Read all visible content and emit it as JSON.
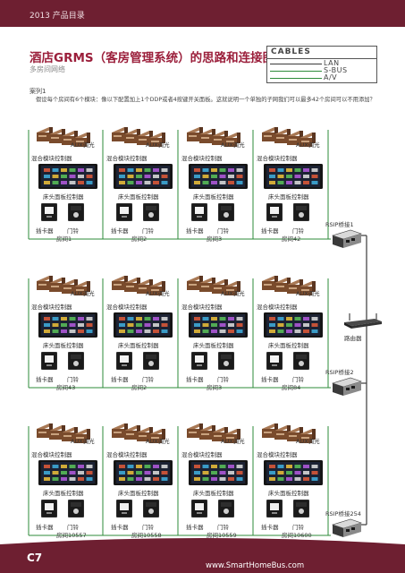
{
  "header": {
    "title": "2013 产品目录"
  },
  "footer": {
    "page": "C7",
    "website": "www.SmartHomeBus.com"
  },
  "page": {
    "title": "酒店GRMS（客房管理系统）的思路和连接图",
    "subtitle": "多房间网络",
    "case_label": "案列1",
    "description": "假设每个房间有6个模块：像以下配置加上1个DDP或者4按键开关面板。这就说明一个单独的子网我们可以最多42个房间可以不用添加？"
  },
  "cables_legend": {
    "title": "CABLES",
    "items": [
      {
        "label": "LAN",
        "color": "#3a3a3a"
      },
      {
        "label": "S-BUS",
        "color": "#2e8b3a"
      },
      {
        "label": "A/V",
        "color": "#2e8b3a"
      }
    ]
  },
  "labels": {
    "mixed_controller": "混合模块控制器",
    "dimmer": "AUX调光",
    "bedside_panel": "床头面板控制器",
    "card_reader": "插卡器",
    "doorbell": "门铃"
  },
  "groups": [
    {
      "bridge": "RSIP桥接1",
      "rooms": [
        "房间1",
        "房间2",
        "房间3",
        "房间42"
      ]
    },
    {
      "bridge": "RSIP桥接2",
      "rooms": [
        "房间43",
        "房间2",
        "房间3",
        "房间84"
      ]
    },
    {
      "bridge": "RSIP桥接254",
      "rooms": [
        "房间10557",
        "房间10558",
        "房间10559",
        "房间10600"
      ]
    }
  ],
  "router_label": "路由器",
  "colors": {
    "brand": "#6e1f31",
    "title": "#9b1f3b",
    "sbus": "#2e8b3a"
  }
}
